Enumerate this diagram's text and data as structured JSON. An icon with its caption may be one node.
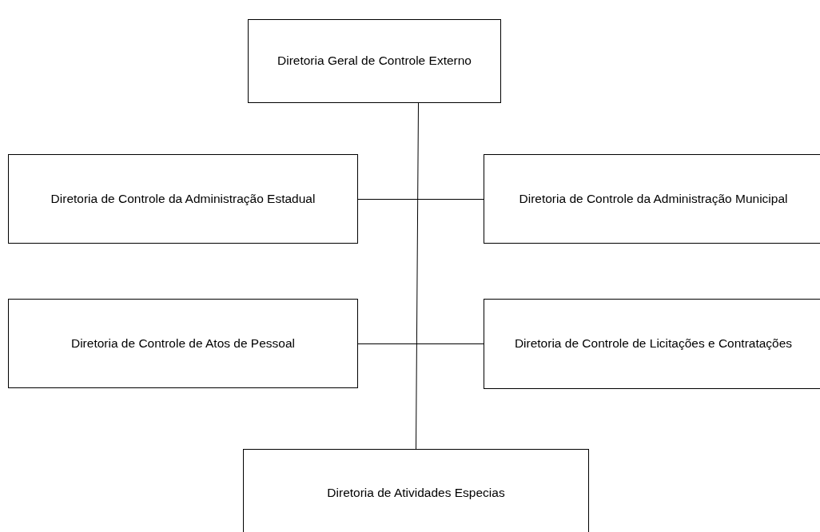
{
  "diagram": {
    "nodes": [
      {
        "text": [
          "Diretoria Geral de Controle Externo"
        ]
      },
      {
        "text": [
          "Diretoria de Controle da Administração Estadual"
        ]
      },
      {
        "text": [
          "Diretoria de Controle da Administração Municipal"
        ]
      },
      {
        "text": [
          "Diretoria de Controle de Atos de Pessoal"
        ]
      },
      {
        "text": [
          "Diretoria de Controle de Licitações e Contratações"
        ]
      },
      {
        "text": [
          "Diretoria de Atividades Especias"
        ]
      }
    ],
    "edges": [
      {
        "from": 0,
        "to": 5,
        "arrow": "none"
      },
      {
        "from": 1,
        "to": 2,
        "arrow": "none"
      },
      {
        "from": 3,
        "to": 4,
        "arrow": "none"
      }
    ]
  }
}
